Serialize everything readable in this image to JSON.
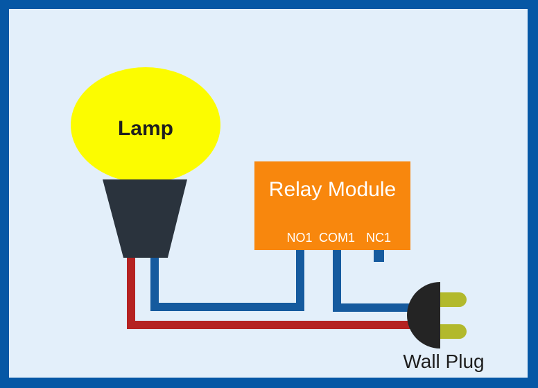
{
  "diagram": {
    "title_implicit": "Lamp - Relay Module - Wall Plug wiring diagram",
    "lamp": {
      "label": "Lamp"
    },
    "relay": {
      "title": "Relay Module",
      "terminals": [
        "NO1",
        "COM1",
        "NC1"
      ]
    },
    "plug": {
      "label": "Wall Plug"
    },
    "connections": [
      {
        "from": "Lamp",
        "to": "Relay Module NO1",
        "wire_color": "blue"
      },
      {
        "from": "Relay Module COM1",
        "to": "Wall Plug",
        "wire_color": "blue"
      },
      {
        "from": "Lamp",
        "to": "Wall Plug",
        "wire_color": "red"
      },
      {
        "from": "Relay Module NC1",
        "to": "unconnected stub",
        "wire_color": "blue"
      }
    ]
  },
  "colors": {
    "border_blue": "#0657a5",
    "background_light_blue": "#e3effa",
    "lamp_yellow": "#fcfc00",
    "socket_dark": "#2a333d",
    "wire_blue": "#155a9e",
    "wire_red": "#b52221",
    "relay_orange": "#f8870d",
    "relay_text_white": "#ffffff",
    "plug_black": "#242424",
    "prong_olive": "#b2b92c",
    "label_dark": "#1e1e1e"
  }
}
